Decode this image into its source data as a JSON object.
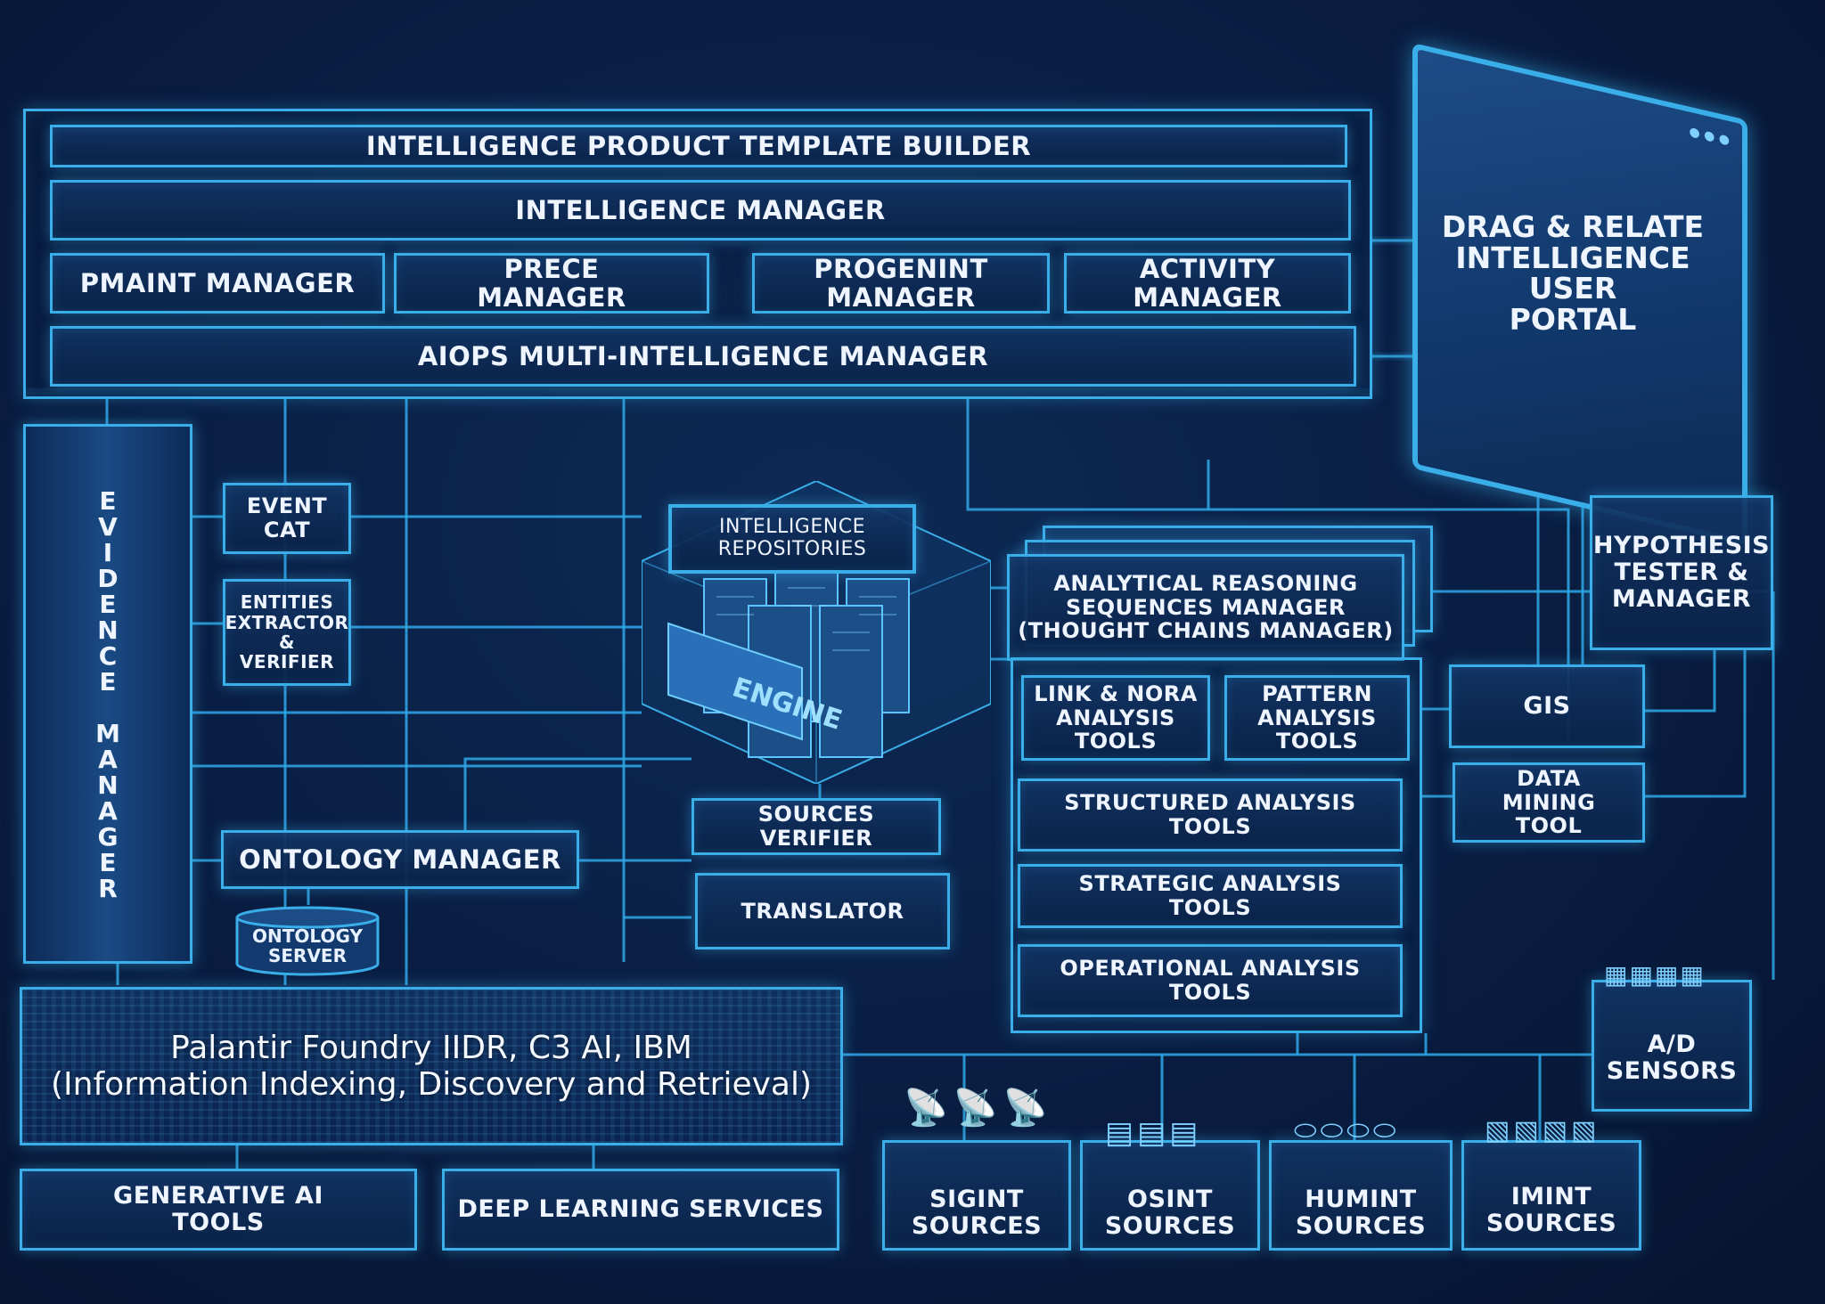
{
  "template_builder": "INTELLIGENCE PRODUCT TEMPLATE BUILDER",
  "intelligence_manager": "INTELLIGENCE MANAGER",
  "pmaint_manager": "PMAINT MANAGER",
  "prece_manager": "PRECE\nMANAGER",
  "progenint_manager": "PROGENINT\nMANAGER",
  "activity_manager": "ACTIVITY\nMANAGER",
  "aiops_manager": "AIOPS MULTI-INTELLIGENCE MANAGER",
  "portal": "DRAG & RELATE\nINTELLIGENCE\nUSER\nPORTAL",
  "evidence_manager": "E\nV\nI\nD\nE\nN\nC\nE\n\nM\nA\nN\nA\nG\nE\nR",
  "event_cat": "EVENT\nCAT",
  "entities_extractor": "ENTITIES\nEXTRACTOR\n&\nVERIFIER",
  "intelligence_repositories": "INTELLIGENCE\nREPOSITORIES",
  "engine": "ENGINE",
  "analytical_reasoning": "ANALYTICAL REASONING\nSEQUENCES MANAGER\n(THOUGHT CHAINS MANAGER)",
  "hypothesis": "HYPOTHESIS\nTESTER &\nMANAGER",
  "link_nora": "LINK & NORA\nANALYSIS\nTOOLS",
  "pattern_analysis": "PATTERN\nANALYSIS\nTOOLS",
  "gis": "GIS",
  "data_mining": "DATA\nMINING\nTOOL",
  "structured_analysis": "STRUCTURED ANALYSIS\nTOOLS",
  "strategic_analysis": "STRATEGIC ANALYSIS\nTOOLS",
  "operational_analysis": "OPERATIONAL ANALYSIS\nTOOLS",
  "sources_verifier": "SOURCES\nVERIFIER",
  "translator": "TRANSLATOR",
  "ontology_manager": "ONTOLOGY MANAGER",
  "ontology_server": "ONTOLOGY\nSERVER",
  "iidr_line1": "Palantir Foundry IIDR, C3 AI, IBM",
  "iidr_line2": "(Information Indexing, Discovery and Retrieval)",
  "generative_ai": "GENERATIVE AI\nTOOLS",
  "deep_learning": "DEEP LEARNING SERVICES",
  "sigint": "SIGINT\nSOURCES",
  "osint": "OSINT\nSOURCES",
  "humint": "HUMINT\nSOURCES",
  "imint": "IMINT\nSOURCES",
  "ad_sensors": "A/D\nSENSORS",
  "colors": {
    "background": "#0a1f45",
    "accent": "#3aaee8",
    "text": "#eef5ff"
  }
}
